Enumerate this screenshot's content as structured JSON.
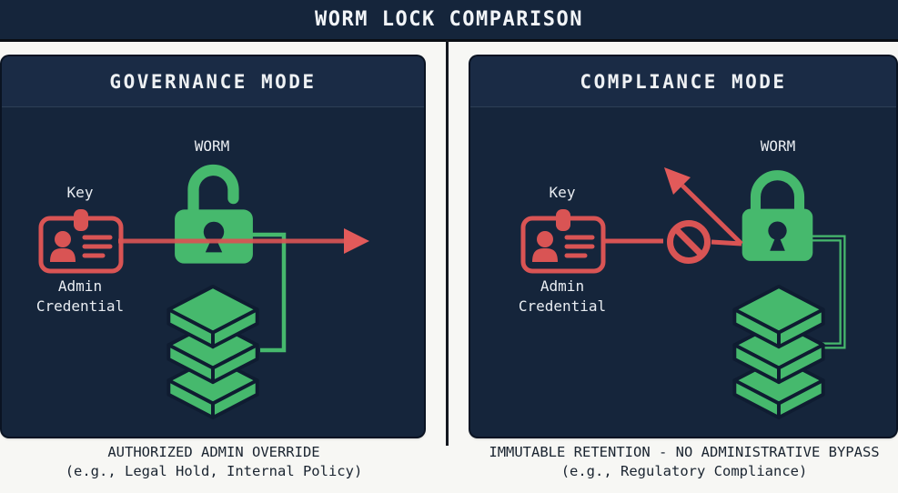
{
  "title": "WORM LOCK COMPARISON",
  "colors": {
    "navy_panel": "#15253b",
    "navy_header": "#1a2b45",
    "green": "#46b96d",
    "green_outline": "#0f1c31",
    "red": "#d95454",
    "page_bg": "#f7f7f4",
    "light_text": "#e9edf2",
    "dark_text": "#1a2430"
  },
  "icons": {
    "left": [
      "id-card-icon",
      "unlocked-padlock-icon",
      "storage-stack-icon",
      "override-arrow"
    ],
    "right": [
      "id-card-icon",
      "prohibition-icon",
      "deflected-arrow",
      "locked-padlock-icon",
      "storage-stack-icon"
    ]
  },
  "panels": [
    {
      "header": "GOVERNANCE MODE",
      "key_label": "Key",
      "credential_line1": "Admin",
      "credential_line2": "Credential",
      "lock_label": "WORM",
      "lock_state": "unlocked",
      "caption_line1": "AUTHORIZED ADMIN OVERRIDE",
      "caption_line2": "(e.g., Legal Hold, Internal Policy)"
    },
    {
      "header": "COMPLIANCE MODE",
      "key_label": "Key",
      "credential_line1": "Admin",
      "credential_line2": "Credential",
      "lock_label": "WORM",
      "lock_state": "locked",
      "caption_line1": "IMMUTABLE RETENTION - NO ADMINISTRATIVE BYPASS",
      "caption_line2": "(e.g., Regulatory Compliance)"
    }
  ]
}
